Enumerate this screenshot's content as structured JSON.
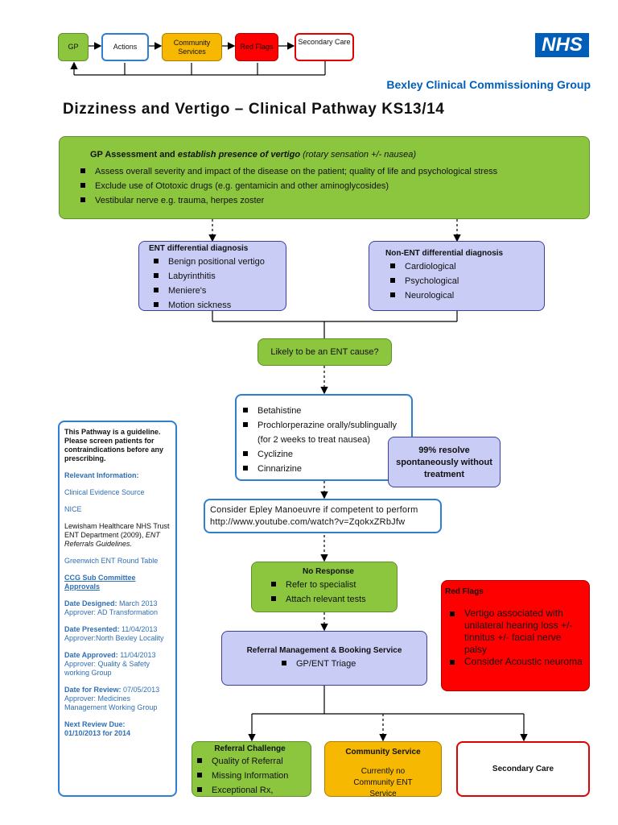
{
  "nav": {
    "gp": "GP",
    "actions": "Actions",
    "community": "Community Services",
    "redflags": "Red Flags",
    "secondary": "Secondary Care"
  },
  "nhs_logo": "NHS",
  "ccg_name": "Bexley Clinical Commissioning Group",
  "title": "Dizziness and Vertigo – Clinical Pathway KS13/14",
  "gp_assessment": {
    "heading_bold": "GP Assessment and ",
    "heading_bolditalic": "establish presence of vertigo",
    "heading_italic": " (rotary sensation +/- nausea)",
    "items": [
      "Assess overall severity and impact of the disease on the patient; quality of life and psychological stress",
      "Exclude use of Ototoxic drugs (e.g. gentamicin and other aminoglycosides)",
      "Vestibular nerve e.g. trauma, herpes zoster"
    ]
  },
  "ent_diff": {
    "title": "ENT differential diagnosis",
    "items": [
      "Benign positional vertigo",
      "Labyrinthitis",
      "Meniere's",
      "Motion sickness"
    ]
  },
  "nonent_diff": {
    "title": "Non-ENT differential diagnosis",
    "items": [
      "Cardiological",
      "Psychological",
      "Neurological"
    ]
  },
  "ent_cause": "Likely to be an ENT cause?",
  "drugs": {
    "items": [
      "Betahistine",
      "Prochlorperazine orally/sublingually",
      "Cyclizine",
      "Cinnarizine"
    ],
    "note": "(for 2 weeks to treat nausea)"
  },
  "resolve": "99% resolve spontaneously without treatment",
  "epley": {
    "line1": "Consider Epley Manoeuvre if competent to perform",
    "line2": "http://www.youtube.com/watch?v=ZqokxZRbJfw"
  },
  "no_response": {
    "title": "No Response",
    "items": [
      "Refer to specialist",
      "Attach relevant tests"
    ]
  },
  "red_flags": {
    "title": "Red Flags",
    "items": [
      "Vertigo associated with unilateral hearing loss +/- tinnitus +/- facial nerve palsy",
      "Consider Acoustic neuroma"
    ]
  },
  "referral_mgmt": {
    "title": "Referral Management & Booking Service",
    "items": [
      "GP/ENT Triage"
    ]
  },
  "referral_challenge": {
    "title": "Referral Challenge",
    "items": [
      "Quality of Referral",
      "Missing Information",
      "Exceptional Rx,"
    ]
  },
  "community_service": {
    "title": "Community Service",
    "body": "Currently no Community ENT Service"
  },
  "secondary_care": "Secondary Care",
  "sidebar": {
    "disclaimer": "This Pathway is a guideline. Please screen patients for contraindications before any prescribing.",
    "relevant_info": "Relevant Information:",
    "clinical_evidence": "Clinical Evidence Source",
    "nice": "NICE",
    "lewisham_a": "Lewisham Healthcare NHS Trust ENT Department (2009), ",
    "lewisham_b": "ENT Referrals Guidelines.",
    "greenwich": "Greenwich ENT Round Table",
    "ccg_approvals": "CCG Sub Committee Approvals",
    "designed_label": "Date Designed: ",
    "designed_value": "March 2013",
    "designed_approver": "Approver: AD Transformation",
    "presented_label": "Date Presented: ",
    "presented_value": "11/04/2013",
    "presented_approver": "Approver:North Bexley Locality",
    "approved_label": "Date Approved: ",
    "approved_value": "11/04/2013",
    "approved_approver": "Approver: Quality & Safety working Group",
    "review_label": "Date for Review: ",
    "review_value": "07/05/2013",
    "review_approver": "Approver: Medicines Management Working Group",
    "next_review_label": "Next Review Due:",
    "next_review_value": "01/10/2013 for 2014"
  },
  "colors": {
    "green": "#8cc63f",
    "lilac": "#c9ccf5",
    "red": "#ff0000",
    "orange": "#f6b800",
    "nhs_blue": "#005eb8",
    "link_blue": "#2f6fb5"
  }
}
